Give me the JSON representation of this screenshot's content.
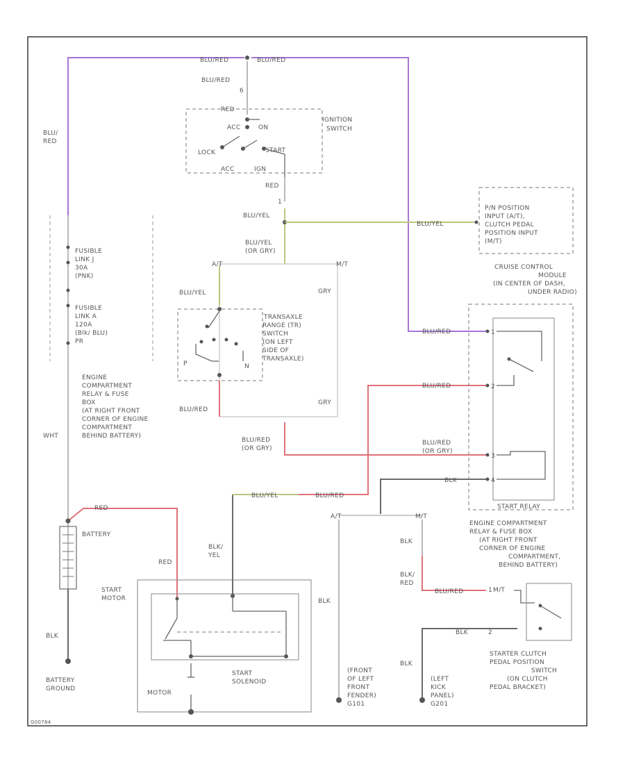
{
  "wire_labels": {
    "blu_red_top_left": "BLU/RED",
    "blu_red_top_right": "BLU/RED",
    "blu_red_left_1": "BLU/",
    "blu_red_left_2": "RED",
    "blu_red_ign": "BLU/RED",
    "red_ign": "RED",
    "red_ign_out": "RED",
    "blu_yel_ign": "BLU/YEL",
    "blu_yel_cc": "BLU/YEL",
    "blu_yel_or_gry_1": "BLU/YEL",
    "blu_yel_or_gry_2": "(OR GRY)",
    "blu_yel_tr": "BLU/YEL",
    "blu_red_tr": "BLU/RED",
    "gry_1": "GRY",
    "gry_2": "GRY",
    "blu_red_relay_1": "BLU/RED",
    "blu_red_relay_3": "BLU/RED",
    "blu_red_or_gry_relay": "(OR GRY)",
    "blu_red_or_gry_1": "BLU/RED",
    "blu_red_or_gry_2": "(OR GRY)",
    "blk_relay_2": "BLK",
    "blu_red_purple_relay": "BLU/RED",
    "blu_yel_mid": "BLU/YEL",
    "blu_red_mid": "BLU/RED",
    "red_battery": "RED",
    "red_starter": "RED",
    "wht": "WHT",
    "blk_yel_1": "BLK/",
    "blk_yel_2": "YEL",
    "blk_mid": "BLK",
    "blk_right": "BLK",
    "blk_red_1": "BLK/",
    "blk_red_2": "RED",
    "blu_red_clutch": "BLU/RED",
    "blk_clutch": "BLK",
    "blk_left_kick": "BLK",
    "blk_ground": "BLK"
  },
  "components": {
    "ignition_switch": [
      "IGNITION",
      "SWITCH"
    ],
    "ignition_positions": [
      "ACC",
      "LOCK",
      "START",
      "ON",
      "ACC",
      "IGN"
    ],
    "cruise_module_box": [
      "P/N POSITION",
      "INPUT (A/T),",
      "CLUTCH PEDAL",
      "POSITION INPUT",
      "(M/T)"
    ],
    "cruise_control": [
      "CRUISE CONTROL",
      "MODULE",
      "(IN CENTER OF DASH,",
      "UNDER RADIO)"
    ],
    "transaxle_switch": [
      "TRANSAXLE",
      "RANGE (TR)",
      "SWITCH",
      "(ON LEFT",
      "SIDE OF",
      "TRANSAXLE)"
    ],
    "fusible_link_1": [
      "FUSIBLE",
      "LINK J",
      "30A",
      "(PNK)"
    ],
    "fusible_link_2": [
      "FUSIBLE",
      "LINK A",
      "120A",
      "(Blk/ BLU)",
      "PR"
    ],
    "engine_box_left": [
      "ENGINE",
      "COMPARTMENT",
      "RELAY & FUSE",
      "BOX",
      "(AT RIGHT FRONT",
      "CORNER OF ENGINE",
      "COMPARTMENT",
      "BEHIND BATTERY)"
    ],
    "engine_box_right": [
      "ENGINE COMPARTMENT",
      "RELAY & FUSE BOX",
      "(AT RIGHT FRONT",
      "CORNER OF ENGINE",
      "COMPARTMENT,",
      "BEHIND BATTERY)"
    ],
    "start_relay": "START RELAY",
    "battery": "BATTERY",
    "battery_ground": [
      "BATTERY",
      "GROUND"
    ],
    "start_motor": [
      "START",
      "MOTOR"
    ],
    "start_solenoid": [
      "START",
      "SOLENOID"
    ],
    "motor": "MOTOR",
    "ground_front": [
      "(FRONT",
      "OF LEFT",
      "FRONT",
      "FENDER)",
      "G101"
    ],
    "ground_kick": [
      "(LEFT",
      "KICK",
      "PANEL)",
      "G201"
    ],
    "clutch_switch": [
      "STARTER CLUTCH",
      "PEDAL POSITION",
      "SWITCH",
      "(ON CLUTCH",
      "PEDAL BRACKET)"
    ]
  },
  "terminals": {
    "tr_positions": [
      "P",
      "N"
    ],
    "at": "A/T",
    "mt": "M/T",
    "at2": "A/T",
    "mt2": "M/T",
    "mt3": "M/T",
    "relay_pins": [
      "1",
      "2",
      "3",
      "4"
    ],
    "clutch_pins": [
      "1",
      "2"
    ]
  },
  "footer_code": "G00784"
}
